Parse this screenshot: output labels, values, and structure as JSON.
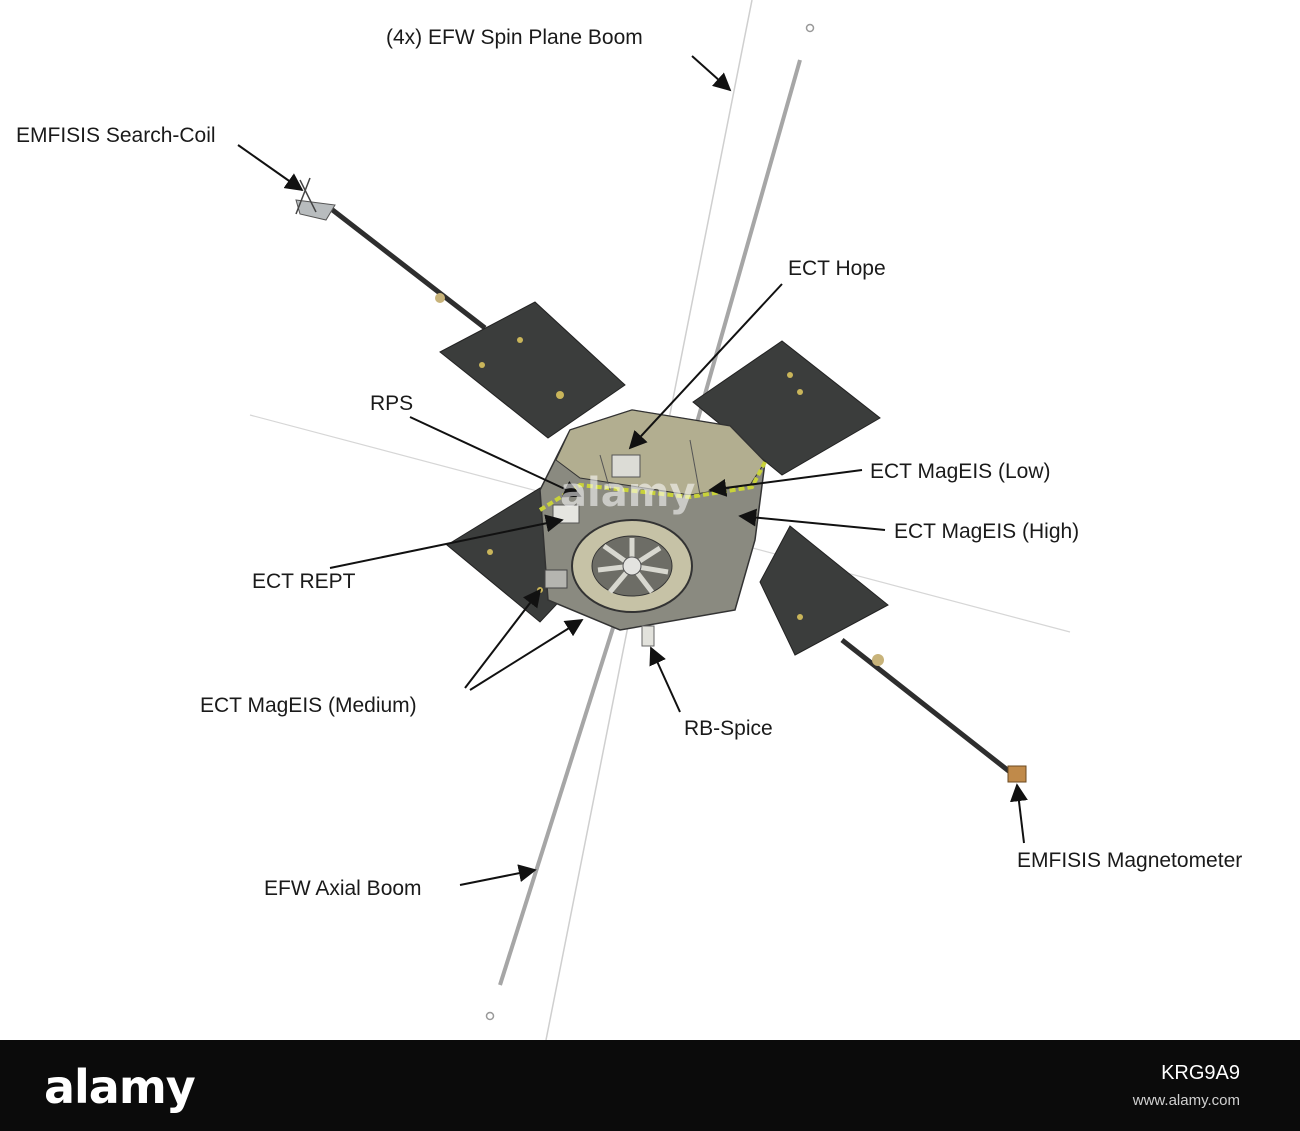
{
  "labels": {
    "spin_plane_boom": "(4x) EFW Spin Plane Boom",
    "search_coil": "EMFISIS Search-Coil",
    "ect_hope": "ECT Hope",
    "rps": "RPS",
    "mageis_low": "ECT MagEIS (Low)",
    "mageis_high": "ECT MagEIS (High)",
    "ect_rept": "ECT REPT",
    "mageis_medium": "ECT MagEIS (Medium)",
    "rb_spice": "RB-Spice",
    "magnetometer": "EMFISIS Magnetometer",
    "axial_boom": "EFW Axial Boom"
  },
  "watermark": {
    "logo": "alamy",
    "center": "alamy",
    "image_id": "KRG9A9",
    "url": "www.alamy.com"
  },
  "colors": {
    "panel": "#3b3d3c",
    "body": "#8a8a80",
    "trim": "#c9d23a",
    "boom": "#b8b8b8",
    "footer": "#0b0b0b"
  }
}
